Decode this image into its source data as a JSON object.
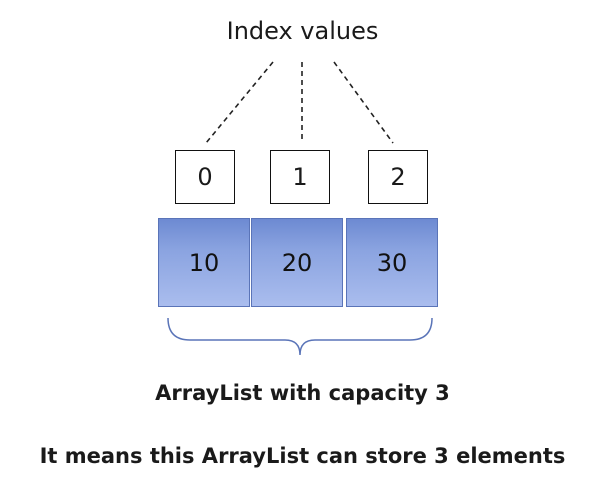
{
  "title": "Index values",
  "indices": [
    "0",
    "1",
    "2"
  ],
  "values": [
    "10",
    "20",
    "30"
  ],
  "caption_capacity": "ArrayList with capacity 3",
  "caption_meaning": "It means this ArrayList can store 3 elements",
  "colors": {
    "cell_fill": "#8aa3e0",
    "cell_border": "#5a74b8",
    "brace": "#5a74b8"
  }
}
